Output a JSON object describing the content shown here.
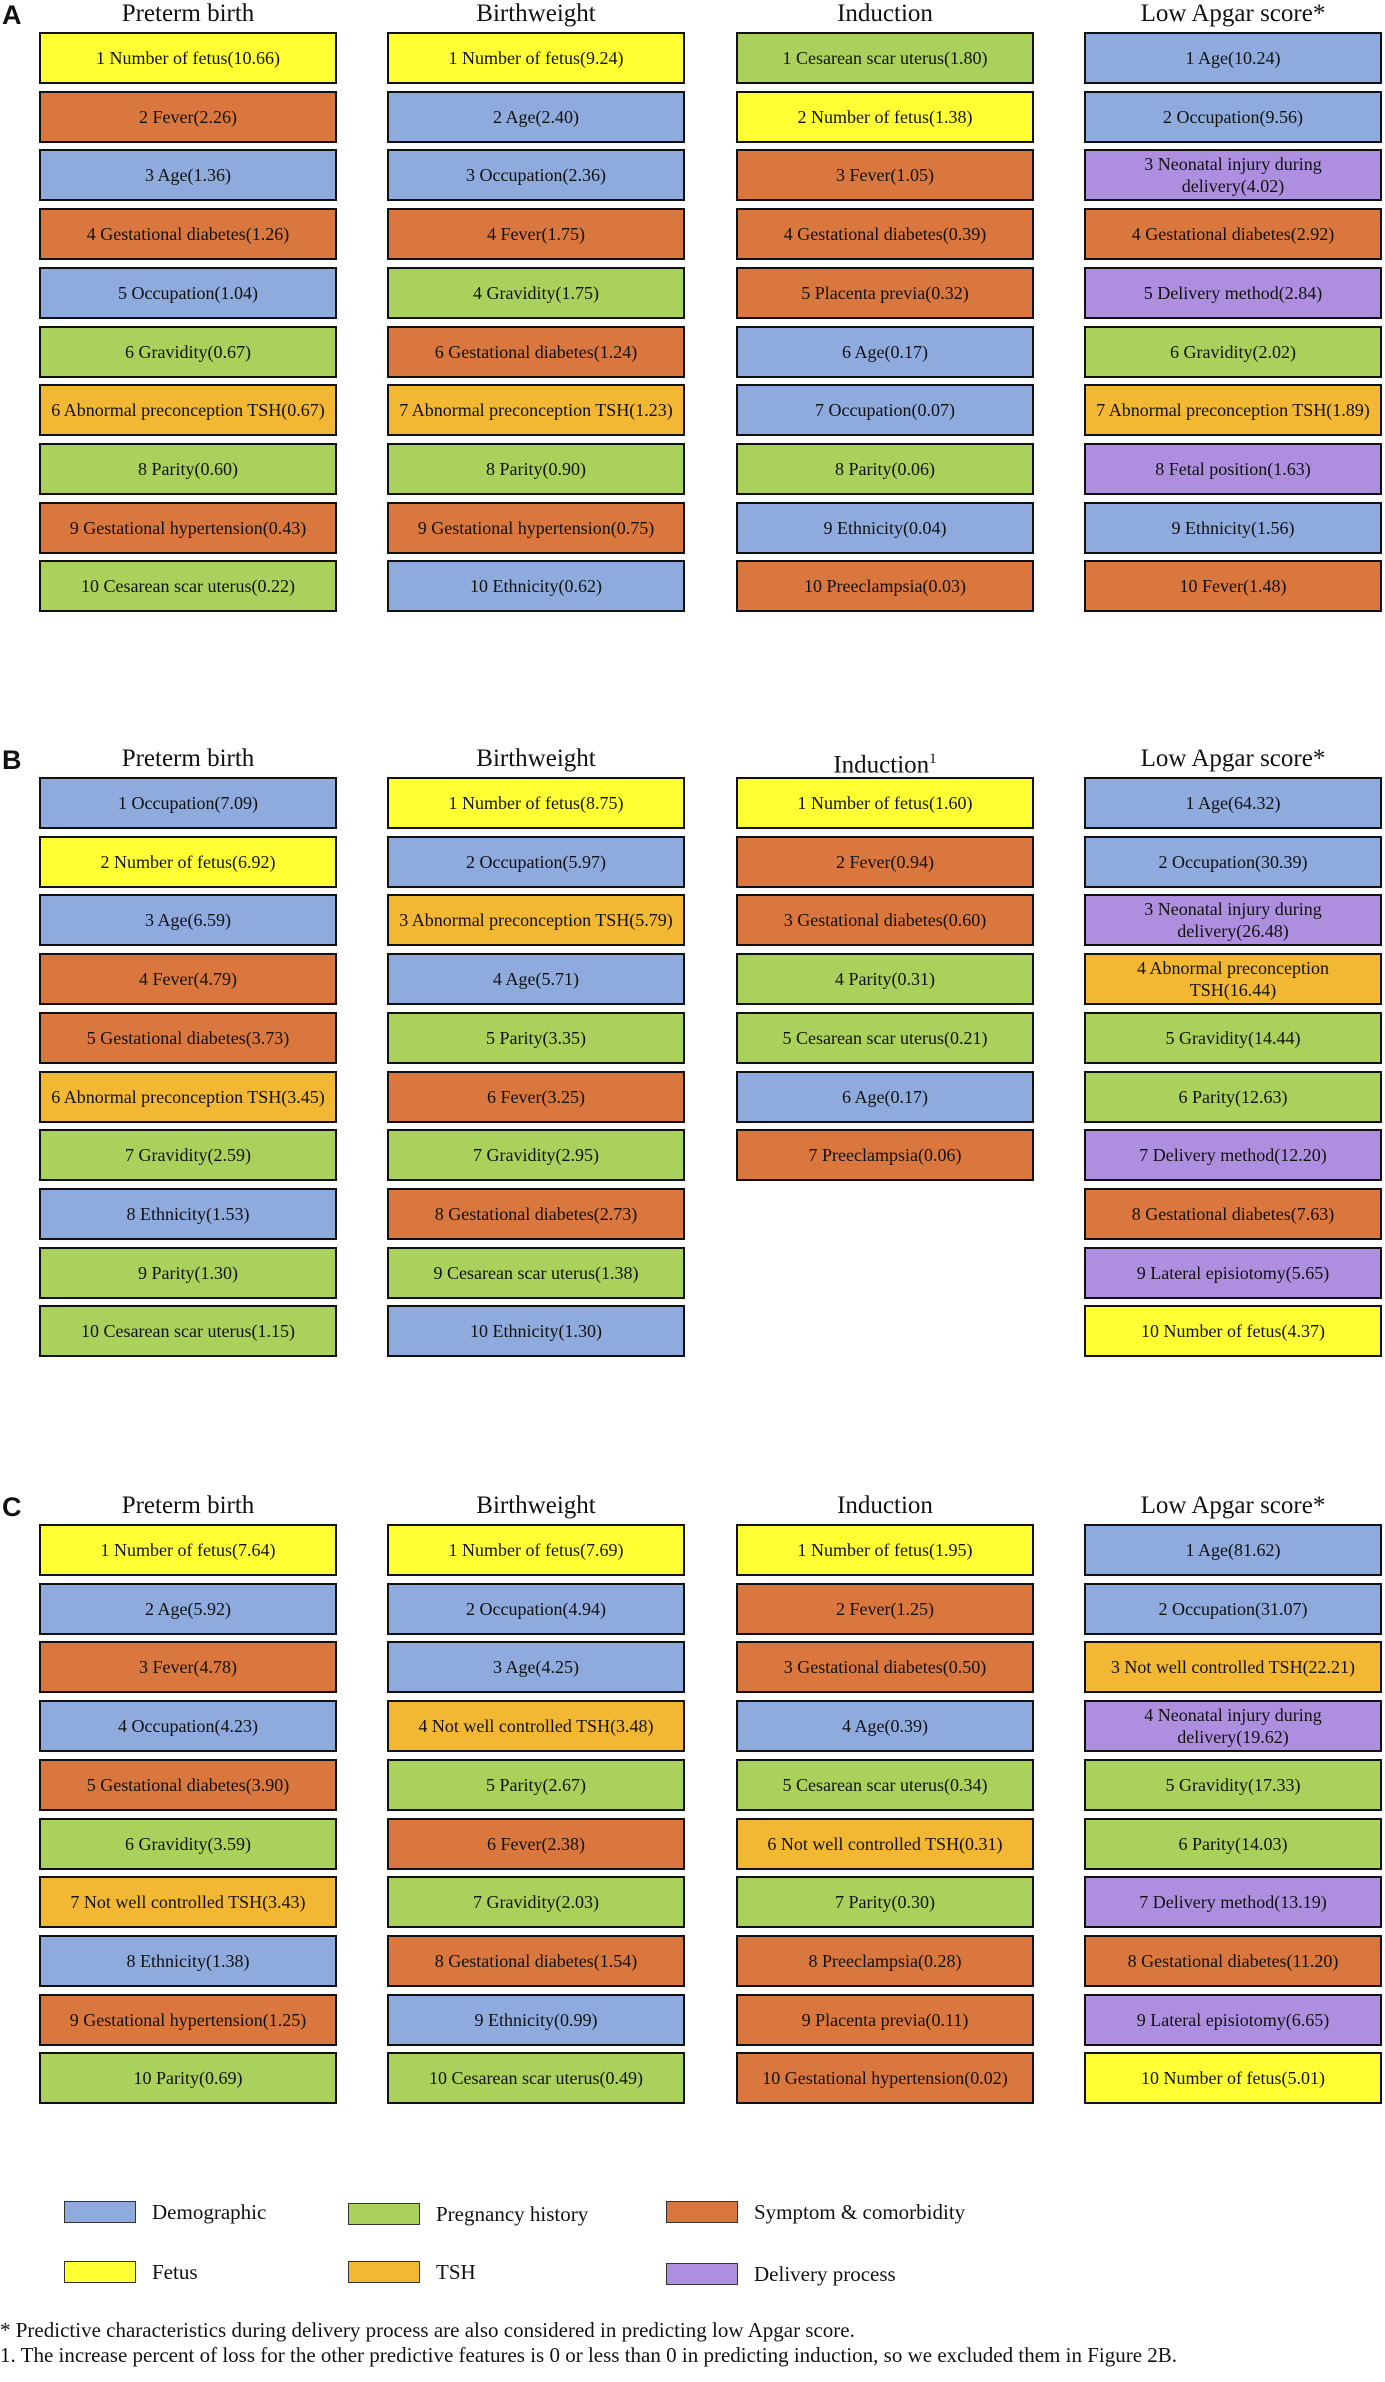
{
  "categories": {
    "demographic": {
      "label": "Demographic",
      "color": "#8faadc"
    },
    "pregnancy": {
      "label": "Pregnancy history",
      "color": "#a9d15c"
    },
    "symptom": {
      "label": "Symptom & comorbidity",
      "color": "#d9773e"
    },
    "fetus": {
      "label": "Fetus",
      "color": "#ffff33"
    },
    "tsh": {
      "label": "TSH",
      "color": "#f2b833"
    },
    "delivery": {
      "label": "Delivery process",
      "color": "#ae8fdf"
    }
  },
  "panels": [
    {
      "letter": "A",
      "columns": [
        {
          "title": "Preterm birth",
          "sup": "",
          "items": [
            {
              "text": "1 Number of fetus(10.66)",
              "cat": "fetus"
            },
            {
              "text": "2 Fever(2.26)",
              "cat": "symptom"
            },
            {
              "text": "3 Age(1.36)",
              "cat": "demographic"
            },
            {
              "text": "4 Gestational diabetes(1.26)",
              "cat": "symptom"
            },
            {
              "text": "5 Occupation(1.04)",
              "cat": "demographic"
            },
            {
              "text": "6 Gravidity(0.67)",
              "cat": "pregnancy"
            },
            {
              "text": "6 Abnormal preconception TSH(0.67)",
              "cat": "tsh"
            },
            {
              "text": "8 Parity(0.60)",
              "cat": "pregnancy"
            },
            {
              "text": "9 Gestational hypertension(0.43)",
              "cat": "symptom"
            },
            {
              "text": "10 Cesarean scar uterus(0.22)",
              "cat": "pregnancy"
            }
          ]
        },
        {
          "title": "Birthweight",
          "sup": "",
          "items": [
            {
              "text": "1 Number of fetus(9.24)",
              "cat": "fetus"
            },
            {
              "text": "2 Age(2.40)",
              "cat": "demographic"
            },
            {
              "text": "3 Occupation(2.36)",
              "cat": "demographic"
            },
            {
              "text": "4 Fever(1.75)",
              "cat": "symptom"
            },
            {
              "text": "4 Gravidity(1.75)",
              "cat": "pregnancy"
            },
            {
              "text": "6 Gestational diabetes(1.24)",
              "cat": "symptom"
            },
            {
              "text": "7 Abnormal preconception TSH(1.23)",
              "cat": "tsh"
            },
            {
              "text": "8 Parity(0.90)",
              "cat": "pregnancy"
            },
            {
              "text": "9 Gestational hypertension(0.75)",
              "cat": "symptom"
            },
            {
              "text": "10 Ethnicity(0.62)",
              "cat": "demographic"
            }
          ]
        },
        {
          "title": "Induction",
          "sup": "",
          "items": [
            {
              "text": "1 Cesarean scar uterus(1.80)",
              "cat": "pregnancy"
            },
            {
              "text": "2 Number of fetus(1.38)",
              "cat": "fetus"
            },
            {
              "text": "3 Fever(1.05)",
              "cat": "symptom"
            },
            {
              "text": "4 Gestational diabetes(0.39)",
              "cat": "symptom"
            },
            {
              "text": "5 Placenta previa(0.32)",
              "cat": "symptom"
            },
            {
              "text": "6 Age(0.17)",
              "cat": "demographic"
            },
            {
              "text": "7 Occupation(0.07)",
              "cat": "demographic"
            },
            {
              "text": "8 Parity(0.06)",
              "cat": "pregnancy"
            },
            {
              "text": "9 Ethnicity(0.04)",
              "cat": "demographic"
            },
            {
              "text": "10 Preeclampsia(0.03)",
              "cat": "symptom"
            }
          ]
        },
        {
          "title": "Low Apgar score*",
          "sup": "",
          "items": [
            {
              "text": "1 Age(10.24)",
              "cat": "demographic"
            },
            {
              "text": "2 Occupation(9.56)",
              "cat": "demographic"
            },
            {
              "text": "3 Neonatal injury during delivery(4.02)",
              "cat": "delivery"
            },
            {
              "text": "4 Gestational diabetes(2.92)",
              "cat": "symptom"
            },
            {
              "text": "5 Delivery method(2.84)",
              "cat": "delivery"
            },
            {
              "text": "6 Gravidity(2.02)",
              "cat": "pregnancy"
            },
            {
              "text": "7 Abnormal preconception TSH(1.89)",
              "cat": "tsh"
            },
            {
              "text": "8 Fetal position(1.63)",
              "cat": "delivery"
            },
            {
              "text": "9 Ethnicity(1.56)",
              "cat": "demographic"
            },
            {
              "text": "10 Fever(1.48)",
              "cat": "symptom"
            }
          ]
        }
      ]
    },
    {
      "letter": "B",
      "columns": [
        {
          "title": "Preterm birth",
          "sup": "",
          "items": [
            {
              "text": "1 Occupation(7.09)",
              "cat": "demographic"
            },
            {
              "text": "2 Number of fetus(6.92)",
              "cat": "fetus"
            },
            {
              "text": "3 Age(6.59)",
              "cat": "demographic"
            },
            {
              "text": "4 Fever(4.79)",
              "cat": "symptom"
            },
            {
              "text": "5 Gestational diabetes(3.73)",
              "cat": "symptom"
            },
            {
              "text": "6 Abnormal preconception TSH(3.45)",
              "cat": "tsh"
            },
            {
              "text": "7 Gravidity(2.59)",
              "cat": "pregnancy"
            },
            {
              "text": "8 Ethnicity(1.53)",
              "cat": "demographic"
            },
            {
              "text": "9 Parity(1.30)",
              "cat": "pregnancy"
            },
            {
              "text": "10 Cesarean scar uterus(1.15)",
              "cat": "pregnancy"
            }
          ]
        },
        {
          "title": "Birthweight",
          "sup": "",
          "items": [
            {
              "text": "1 Number of fetus(8.75)",
              "cat": "fetus"
            },
            {
              "text": "2 Occupation(5.97)",
              "cat": "demographic"
            },
            {
              "text": "3 Abnormal preconception TSH(5.79)",
              "cat": "tsh"
            },
            {
              "text": "4 Age(5.71)",
              "cat": "demographic"
            },
            {
              "text": "5 Parity(3.35)",
              "cat": "pregnancy"
            },
            {
              "text": "6 Fever(3.25)",
              "cat": "symptom"
            },
            {
              "text": "7 Gravidity(2.95)",
              "cat": "pregnancy"
            },
            {
              "text": "8 Gestational diabetes(2.73)",
              "cat": "symptom"
            },
            {
              "text": "9 Cesarean scar uterus(1.38)",
              "cat": "pregnancy"
            },
            {
              "text": "10 Ethnicity(1.30)",
              "cat": "demographic"
            }
          ]
        },
        {
          "title": "Induction",
          "sup": "1",
          "items": [
            {
              "text": "1 Number of fetus(1.60)",
              "cat": "fetus"
            },
            {
              "text": "2 Fever(0.94)",
              "cat": "symptom"
            },
            {
              "text": "3 Gestational diabetes(0.60)",
              "cat": "symptom"
            },
            {
              "text": "4 Parity(0.31)",
              "cat": "pregnancy"
            },
            {
              "text": "5 Cesarean scar uterus(0.21)",
              "cat": "pregnancy"
            },
            {
              "text": "6 Age(0.17)",
              "cat": "demographic"
            },
            {
              "text": "7 Preeclampsia(0.06)",
              "cat": "symptom"
            }
          ]
        },
        {
          "title": "Low Apgar score*",
          "sup": "",
          "items": [
            {
              "text": "1 Age(64.32)",
              "cat": "demographic"
            },
            {
              "text": "2 Occupation(30.39)",
              "cat": "demographic"
            },
            {
              "text": "3 Neonatal injury during delivery(26.48)",
              "cat": "delivery"
            },
            {
              "text": "4 Abnormal preconception TSH(16.44)",
              "cat": "tsh"
            },
            {
              "text": "5 Gravidity(14.44)",
              "cat": "pregnancy"
            },
            {
              "text": "6 Parity(12.63)",
              "cat": "pregnancy"
            },
            {
              "text": "7 Delivery method(12.20)",
              "cat": "delivery"
            },
            {
              "text": "8 Gestational diabetes(7.63)",
              "cat": "symptom"
            },
            {
              "text": "9 Lateral episiotomy(5.65)",
              "cat": "delivery"
            },
            {
              "text": "10 Number of fetus(4.37)",
              "cat": "fetus"
            }
          ]
        }
      ]
    },
    {
      "letter": "C",
      "columns": [
        {
          "title": "Preterm birth",
          "sup": "",
          "items": [
            {
              "text": "1 Number of fetus(7.64)",
              "cat": "fetus"
            },
            {
              "text": "2 Age(5.92)",
              "cat": "demographic"
            },
            {
              "text": "3 Fever(4.78)",
              "cat": "symptom"
            },
            {
              "text": "4 Occupation(4.23)",
              "cat": "demographic"
            },
            {
              "text": "5 Gestational diabetes(3.90)",
              "cat": "symptom"
            },
            {
              "text": "6 Gravidity(3.59)",
              "cat": "pregnancy"
            },
            {
              "text": "7 Not well controlled TSH(3.43)",
              "cat": "tsh"
            },
            {
              "text": "8 Ethnicity(1.38)",
              "cat": "demographic"
            },
            {
              "text": "9 Gestational hypertension(1.25)",
              "cat": "symptom"
            },
            {
              "text": "10 Parity(0.69)",
              "cat": "pregnancy"
            }
          ]
        },
        {
          "title": "Birthweight",
          "sup": "",
          "items": [
            {
              "text": "1 Number of fetus(7.69)",
              "cat": "fetus"
            },
            {
              "text": "2 Occupation(4.94)",
              "cat": "demographic"
            },
            {
              "text": "3 Age(4.25)",
              "cat": "demographic"
            },
            {
              "text": "4 Not well controlled TSH(3.48)",
              "cat": "tsh"
            },
            {
              "text": "5 Parity(2.67)",
              "cat": "pregnancy"
            },
            {
              "text": "6 Fever(2.38)",
              "cat": "symptom"
            },
            {
              "text": "7 Gravidity(2.03)",
              "cat": "pregnancy"
            },
            {
              "text": "8 Gestational diabetes(1.54)",
              "cat": "symptom"
            },
            {
              "text": "9 Ethnicity(0.99)",
              "cat": "demographic"
            },
            {
              "text": "10 Cesarean scar uterus(0.49)",
              "cat": "pregnancy"
            }
          ]
        },
        {
          "title": "Induction",
          "sup": "",
          "items": [
            {
              "text": "1 Number of fetus(1.95)",
              "cat": "fetus"
            },
            {
              "text": "2 Fever(1.25)",
              "cat": "symptom"
            },
            {
              "text": "3 Gestational diabetes(0.50)",
              "cat": "symptom"
            },
            {
              "text": "4 Age(0.39)",
              "cat": "demographic"
            },
            {
              "text": "5 Cesarean scar uterus(0.34)",
              "cat": "pregnancy"
            },
            {
              "text": "6 Not well controlled TSH(0.31)",
              "cat": "tsh"
            },
            {
              "text": "7 Parity(0.30)",
              "cat": "pregnancy"
            },
            {
              "text": "8 Preeclampsia(0.28)",
              "cat": "symptom"
            },
            {
              "text": "9 Placenta previa(0.11)",
              "cat": "symptom"
            },
            {
              "text": "10 Gestational hypertension(0.02)",
              "cat": "symptom"
            }
          ]
        },
        {
          "title": "Low Apgar score*",
          "sup": "",
          "items": [
            {
              "text": "1 Age(81.62)",
              "cat": "demographic"
            },
            {
              "text": "2 Occupation(31.07)",
              "cat": "demographic"
            },
            {
              "text": "3 Not well controlled TSH(22.21)",
              "cat": "tsh"
            },
            {
              "text": "4 Neonatal injury during delivery(19.62)",
              "cat": "delivery"
            },
            {
              "text": "5 Gravidity(17.33)",
              "cat": "pregnancy"
            },
            {
              "text": "6 Parity(14.03)",
              "cat": "pregnancy"
            },
            {
              "text": "7 Delivery method(13.19)",
              "cat": "delivery"
            },
            {
              "text": "8 Gestational diabetes(11.20)",
              "cat": "symptom"
            },
            {
              "text": "9 Lateral episiotomy(6.65)",
              "cat": "delivery"
            },
            {
              "text": "10 Number of fetus(5.01)",
              "cat": "fetus"
            }
          ]
        }
      ]
    }
  ],
  "footnotes": [
    "* Predictive characteristics during delivery process are also considered in predicting low Apgar score.",
    "1. The increase percent of loss for the other predictive features is 0 or less than 0 in predicting induction, so we excluded them in Figure 2B."
  ]
}
